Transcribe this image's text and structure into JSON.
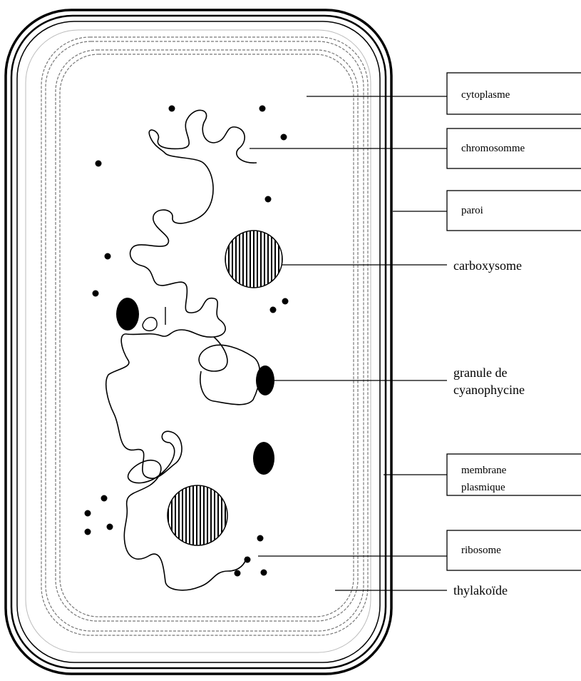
{
  "labels": {
    "cytoplasme": "cytoplasme",
    "chromosomme": "chromosomme",
    "paroi": "paroi",
    "carboxysome": "carboxysome",
    "granule_line1": "granule de",
    "granule_line2": "cyanophycine",
    "membrane_line1": "membrane",
    "membrane_line2": "plasmique",
    "ribosome": "ribosome",
    "thylakoide": "thylakoïde"
  }
}
